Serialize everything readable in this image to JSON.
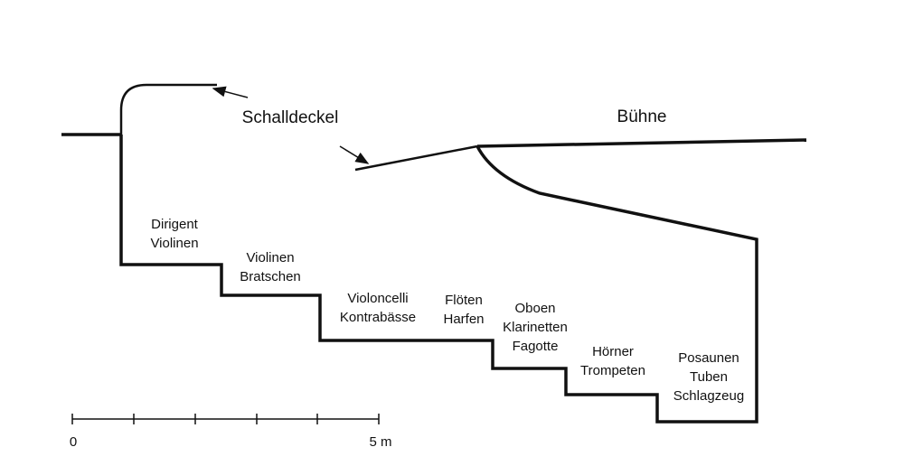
{
  "labels": {
    "shell": "Schalldeckel",
    "stage": "Bühne"
  },
  "groups": [
    {
      "lines": [
        "Dirigent",
        "Violinen"
      ]
    },
    {
      "lines": [
        "Violinen",
        "Bratschen"
      ]
    },
    {
      "lines": [
        "Violoncelli",
        "Kontrabässe"
      ]
    },
    {
      "lines": [
        "Flöten",
        "Harfen"
      ]
    },
    {
      "lines": [
        "Oboen",
        "Klarinetten",
        "Fagotte"
      ]
    },
    {
      "lines": [
        "Hörner",
        "Trompeten"
      ]
    },
    {
      "lines": [
        "Posaunen",
        "Tuben",
        "Schlagzeug"
      ]
    }
  ],
  "scale": {
    "start": "0",
    "end": "5 m"
  }
}
